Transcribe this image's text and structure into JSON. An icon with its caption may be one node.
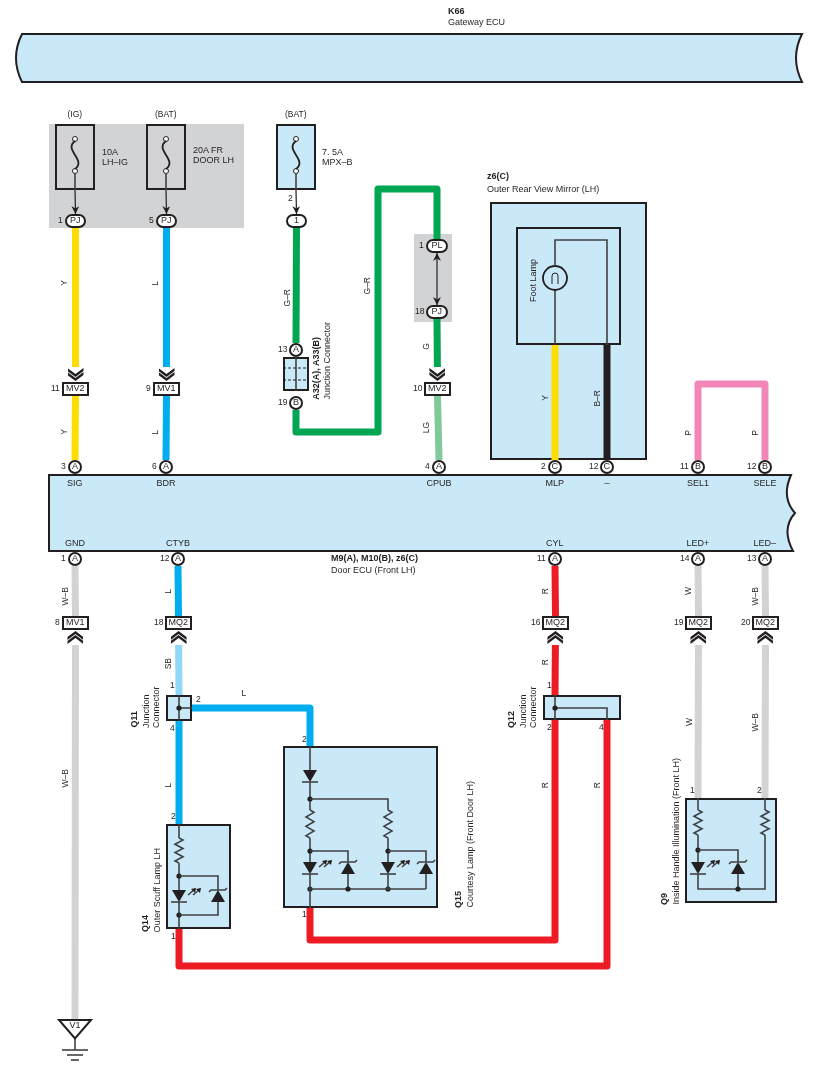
{
  "diagram": {
    "nodes": [
      {
        "text": [
          "K66",
          "Gateway ECU"
        ]
      },
      {
        "text": [
          "10A LH–IG"
        ],
        "beside": [
          "(IG)"
        ]
      },
      {
        "text": [
          "20A FR DOOR LH"
        ],
        "beside": [
          "(BAT)"
        ]
      },
      {
        "text": [
          "7. 5A MPX–B"
        ],
        "beside": [
          "(BAT)",
          "2"
        ]
      },
      {
        "text": [
          "PJ"
        ],
        "beside": [
          "1"
        ]
      },
      {
        "text": [
          "PJ"
        ],
        "beside": [
          "5"
        ]
      },
      {
        "text": [
          "1"
        ]
      },
      {
        "text": [
          "MV2"
        ],
        "beside": [
          "11"
        ]
      },
      {
        "text": [
          "MV1"
        ],
        "beside": [
          "9"
        ]
      },
      {
        "text": [
          "A32(A), A33(B)",
          "Junction Connector"
        ]
      },
      {
        "text": [
          "A"
        ],
        "beside": [
          "13"
        ]
      },
      {
        "text": [
          "B"
        ],
        "beside": [
          "19"
        ]
      },
      {
        "text": [
          "PL"
        ],
        "beside": [
          "1"
        ]
      },
      {
        "text": [
          "PJ"
        ],
        "beside": [
          "18"
        ]
      },
      {
        "text": [
          "MV2"
        ],
        "beside": [
          "10"
        ]
      },
      {
        "text": [
          "z6(C)",
          "Outer Rear View Mirror (LH)"
        ]
      },
      {
        "text": [
          "Foot Lamp"
        ],
        "in": 15
      },
      {
        "text": [
          "C"
        ],
        "beside": [
          "2"
        ]
      },
      {
        "text": [
          "C"
        ],
        "beside": [
          "12"
        ]
      },
      {
        "text": [
          "B"
        ],
        "beside": [
          "11"
        ]
      },
      {
        "text": [
          "B"
        ],
        "beside": [
          "12"
        ]
      },
      {
        "text": [
          "A"
        ],
        "beside": [
          "3"
        ]
      },
      {
        "text": [
          "A"
        ],
        "beside": [
          "6"
        ]
      },
      {
        "text": [
          "A"
        ],
        "beside": [
          "4"
        ]
      },
      {
        "text": [
          "M9(A), M10(B), z6(C)",
          "Door ECU (Front LH)",
          "SIG",
          "BDR",
          "CPUB",
          "MLP",
          "–",
          "SEL1",
          "SELE",
          "GND",
          "CTYB",
          "CYL",
          "LED+",
          "LED–"
        ]
      },
      {
        "text": [
          "A"
        ],
        "beside": [
          "1"
        ]
      },
      {
        "text": [
          "A"
        ],
        "beside": [
          "12"
        ]
      },
      {
        "text": [
          "A"
        ],
        "beside": [
          "11"
        ]
      },
      {
        "text": [
          "A"
        ],
        "beside": [
          "14"
        ]
      },
      {
        "text": [
          "A"
        ],
        "beside": [
          "13"
        ]
      },
      {
        "text": [
          "MV1"
        ],
        "beside": [
          "8"
        ]
      },
      {
        "text": [
          "MQ2"
        ],
        "beside": [
          "18"
        ]
      },
      {
        "text": [
          "MQ2"
        ],
        "beside": [
          "16"
        ]
      },
      {
        "text": [
          "MQ2"
        ],
        "beside": [
          "19"
        ]
      },
      {
        "text": [
          "MQ2"
        ],
        "beside": [
          "20"
        ]
      },
      {
        "text": [
          "Q11",
          "Junction Connector"
        ],
        "beside": [
          "1",
          "2",
          "4"
        ]
      },
      {
        "text": [
          "Q12",
          "Junction Connector"
        ],
        "beside": [
          "1",
          "2",
          "4"
        ]
      },
      {
        "text": [
          "Q15",
          "Courtesy Lamp (Front Door LH)"
        ],
        "beside": [
          "2",
          "1"
        ]
      },
      {
        "text": [
          "Q14",
          "Outer Scuff Lamp LH"
        ],
        "beside": [
          "2",
          "1"
        ]
      },
      {
        "text": [
          "Q9",
          "Inside Handle Illumination (Front LH)"
        ],
        "beside": [
          "1",
          "2"
        ]
      },
      {
        "text": [
          "V1"
        ]
      }
    ],
    "edges": [
      {
        "from": 1,
        "to": 4,
        "arrow": "to",
        "color": "#231f20"
      },
      {
        "from": 2,
        "to": 5,
        "arrow": "to",
        "color": "#231f20"
      },
      {
        "from": 3,
        "to": 6,
        "arrow": "to",
        "color": "#231f20"
      },
      {
        "from": 4,
        "to": 7,
        "arrow": "to",
        "label": "Y",
        "color": "#ffdd00"
      },
      {
        "from": 5,
        "to": 8,
        "arrow": "to",
        "label": "L",
        "color": "#00aeef"
      },
      {
        "from": 6,
        "to": 10,
        "arrow": "none",
        "label": "G–R",
        "color": "#00a651"
      },
      {
        "from": 7,
        "to": 21,
        "arrow": "none",
        "label": "Y",
        "color": "#ffdd00"
      },
      {
        "from": 8,
        "to": 22,
        "arrow": "none",
        "label": "L",
        "color": "#00aeef"
      },
      {
        "from": 11,
        "to": 12,
        "arrow": "none",
        "label": "G–R",
        "color": "#00a651"
      },
      {
        "from": 12,
        "to": 13,
        "arrow": "both",
        "color": "#231f20"
      },
      {
        "from": 13,
        "to": 14,
        "arrow": "to",
        "label": "G",
        "color": "#00a651"
      },
      {
        "from": 14,
        "to": 23,
        "arrow": "none",
        "label": "LG",
        "color": "#80c99a"
      },
      {
        "from": 16,
        "to": 17,
        "arrow": "none",
        "label": "Y",
        "color": "#ffdd00"
      },
      {
        "from": 16,
        "to": 18,
        "arrow": "none",
        "label": "B–R",
        "color": "#231f20"
      },
      {
        "from": 19,
        "to": 20,
        "arrow": "none",
        "label": "P",
        "color": "#f287b7"
      },
      {
        "from": 25,
        "to": 30,
        "arrow": "none",
        "label": "W–B",
        "color": "#d1d3d4"
      },
      {
        "from": 40,
        "to": 30,
        "arrow": "to",
        "label": "W–B",
        "color": "#d1d3d4"
      },
      {
        "from": 26,
        "to": 31,
        "arrow": "none",
        "label": "L",
        "color": "#00aeef"
      },
      {
        "from": 35,
        "to": 31,
        "arrow": "to",
        "label": "SB",
        "color": "#8fd8f8"
      },
      {
        "from": 35,
        "to": 37,
        "arrow": "none",
        "label": "L",
        "color": "#00aeef"
      },
      {
        "from": 35,
        "to": 38,
        "arrow": "none",
        "label": "L",
        "color": "#00aeef"
      },
      {
        "from": 27,
        "to": 32,
        "arrow": "none",
        "label": "R",
        "color": "#ed1c24"
      },
      {
        "from": 36,
        "to": 32,
        "arrow": "to",
        "label": "R",
        "color": "#ed1c24"
      },
      {
        "from": 36,
        "to": 37,
        "arrow": "none",
        "label": "R",
        "color": "#ed1c24"
      },
      {
        "from": 36,
        "to": 38,
        "arrow": "none",
        "label": "R",
        "color": "#ed1c24"
      },
      {
        "from": 28,
        "to": 33,
        "arrow": "none",
        "label": "W",
        "color": "#d1d3d4"
      },
      {
        "from": 39,
        "to": 33,
        "arrow": "to",
        "label": "W",
        "color": "#d1d3d4"
      },
      {
        "from": 29,
        "to": 34,
        "arrow": "none",
        "label": "W–B",
        "color": "#d1d3d4"
      },
      {
        "from": 39,
        "to": 34,
        "arrow": "to",
        "label": "W–B",
        "color": "#d1d3d4"
      }
    ],
    "labels": [
      "P"
    ]
  }
}
